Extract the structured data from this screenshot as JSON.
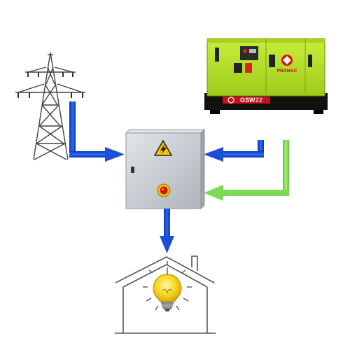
{
  "generator": {
    "brand": "PRAMAC",
    "model": "GSW",
    "model_number": "22"
  },
  "colors": {
    "grid_arrow": "#1a4fd6",
    "generator_arrow": "#7ed957",
    "cabinet": "#c9cfd4",
    "generator_body": "#b8e12a",
    "bulb": "#f2d21b",
    "warning_sign": "#f6c400"
  },
  "icons": {
    "power_source_1": "transmission-tower-icon",
    "power_source_2": "generator-icon",
    "switch_box": "transfer-switch-cabinet-icon",
    "warning": "high-voltage-warning-icon",
    "load": "house-with-light-bulb-icon"
  }
}
